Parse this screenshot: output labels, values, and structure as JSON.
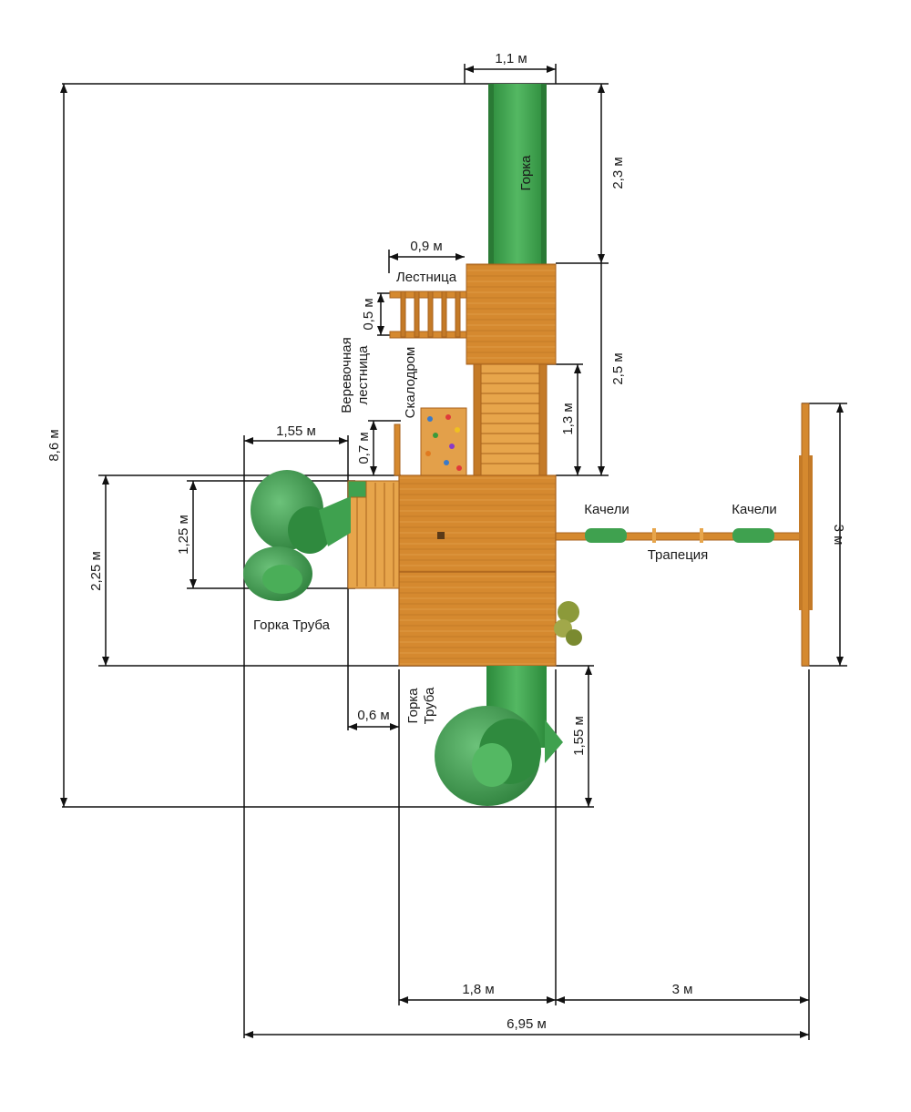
{
  "colors": {
    "wood": "#d5892f",
    "wood_dark": "#a8621c",
    "wood_light": "#e7a54b",
    "green": "#3fa14f",
    "green_dark": "#2c7e3a",
    "green_light": "#6cc27a",
    "line": "#111111"
  },
  "labels": {
    "slide": "Горка",
    "ladder": "Лестница",
    "rope_ladder_1": "Веревочная",
    "rope_ladder_2": "лестница",
    "climbing_wall": "Скалодром",
    "tube_slide_left": "Горка Труба",
    "tube_slide_bottom_1": "Горка",
    "tube_slide_bottom_2": "Труба",
    "swings_1": "Качели",
    "swings_2": "Качели",
    "trapeze": "Трапеция"
  },
  "dimensions": {
    "slide_width": "1,1 м",
    "slide_length": "2,3 м",
    "ladder_offset": "0,9 м",
    "ladder_width": "0,5 м",
    "upper_height": "2,5 м",
    "stairs_length": "1,3 м",
    "rope_ladder_height": "0,7 м",
    "tube_left_width": "1,55 м",
    "tube_left_height": "1,25 м",
    "platform_height": "2,25 м",
    "total_height": "8,6 м",
    "offset_bottom": "0,6 м",
    "tube_bottom_length": "1,55 м",
    "swing_width": "3 м",
    "platform_width": "1,8 м",
    "swing_length": "3 м",
    "total_width": "6,95 м"
  }
}
